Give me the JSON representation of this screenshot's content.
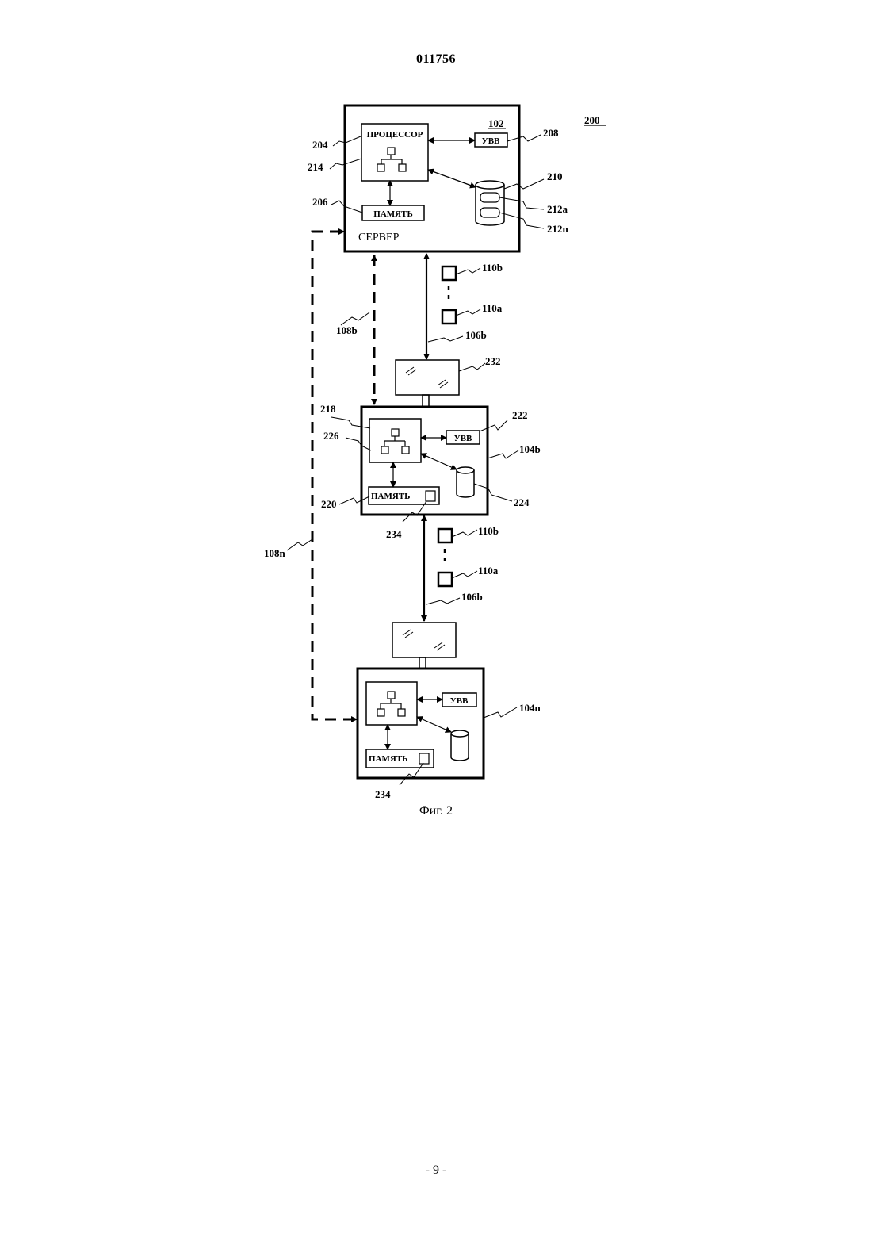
{
  "header": {
    "doc_number": "011756"
  },
  "figure": {
    "ref": "200",
    "caption": "Фиг. 2",
    "labels": {
      "processor": "ПРОЦЕССОР",
      "memory": "ПАМЯТЬ",
      "io": "УВВ",
      "server": "СЕРВЕР"
    },
    "refs": {
      "r102": "102",
      "r204": "204",
      "r206": "206",
      "r208": "208",
      "r210": "210",
      "r212a": "212a",
      "r212n": "212n",
      "r214": "214",
      "r110b": "110b",
      "r110a": "110a",
      "r106b": "106b",
      "r108b": "108b",
      "r108n": "108n",
      "r232": "232",
      "r218": "218",
      "r222": "222",
      "r226": "226",
      "r104b": "104b",
      "r220": "220",
      "r224": "224",
      "r234": "234",
      "r104n": "104n"
    }
  },
  "footer": {
    "page_number": "- 9 -"
  }
}
